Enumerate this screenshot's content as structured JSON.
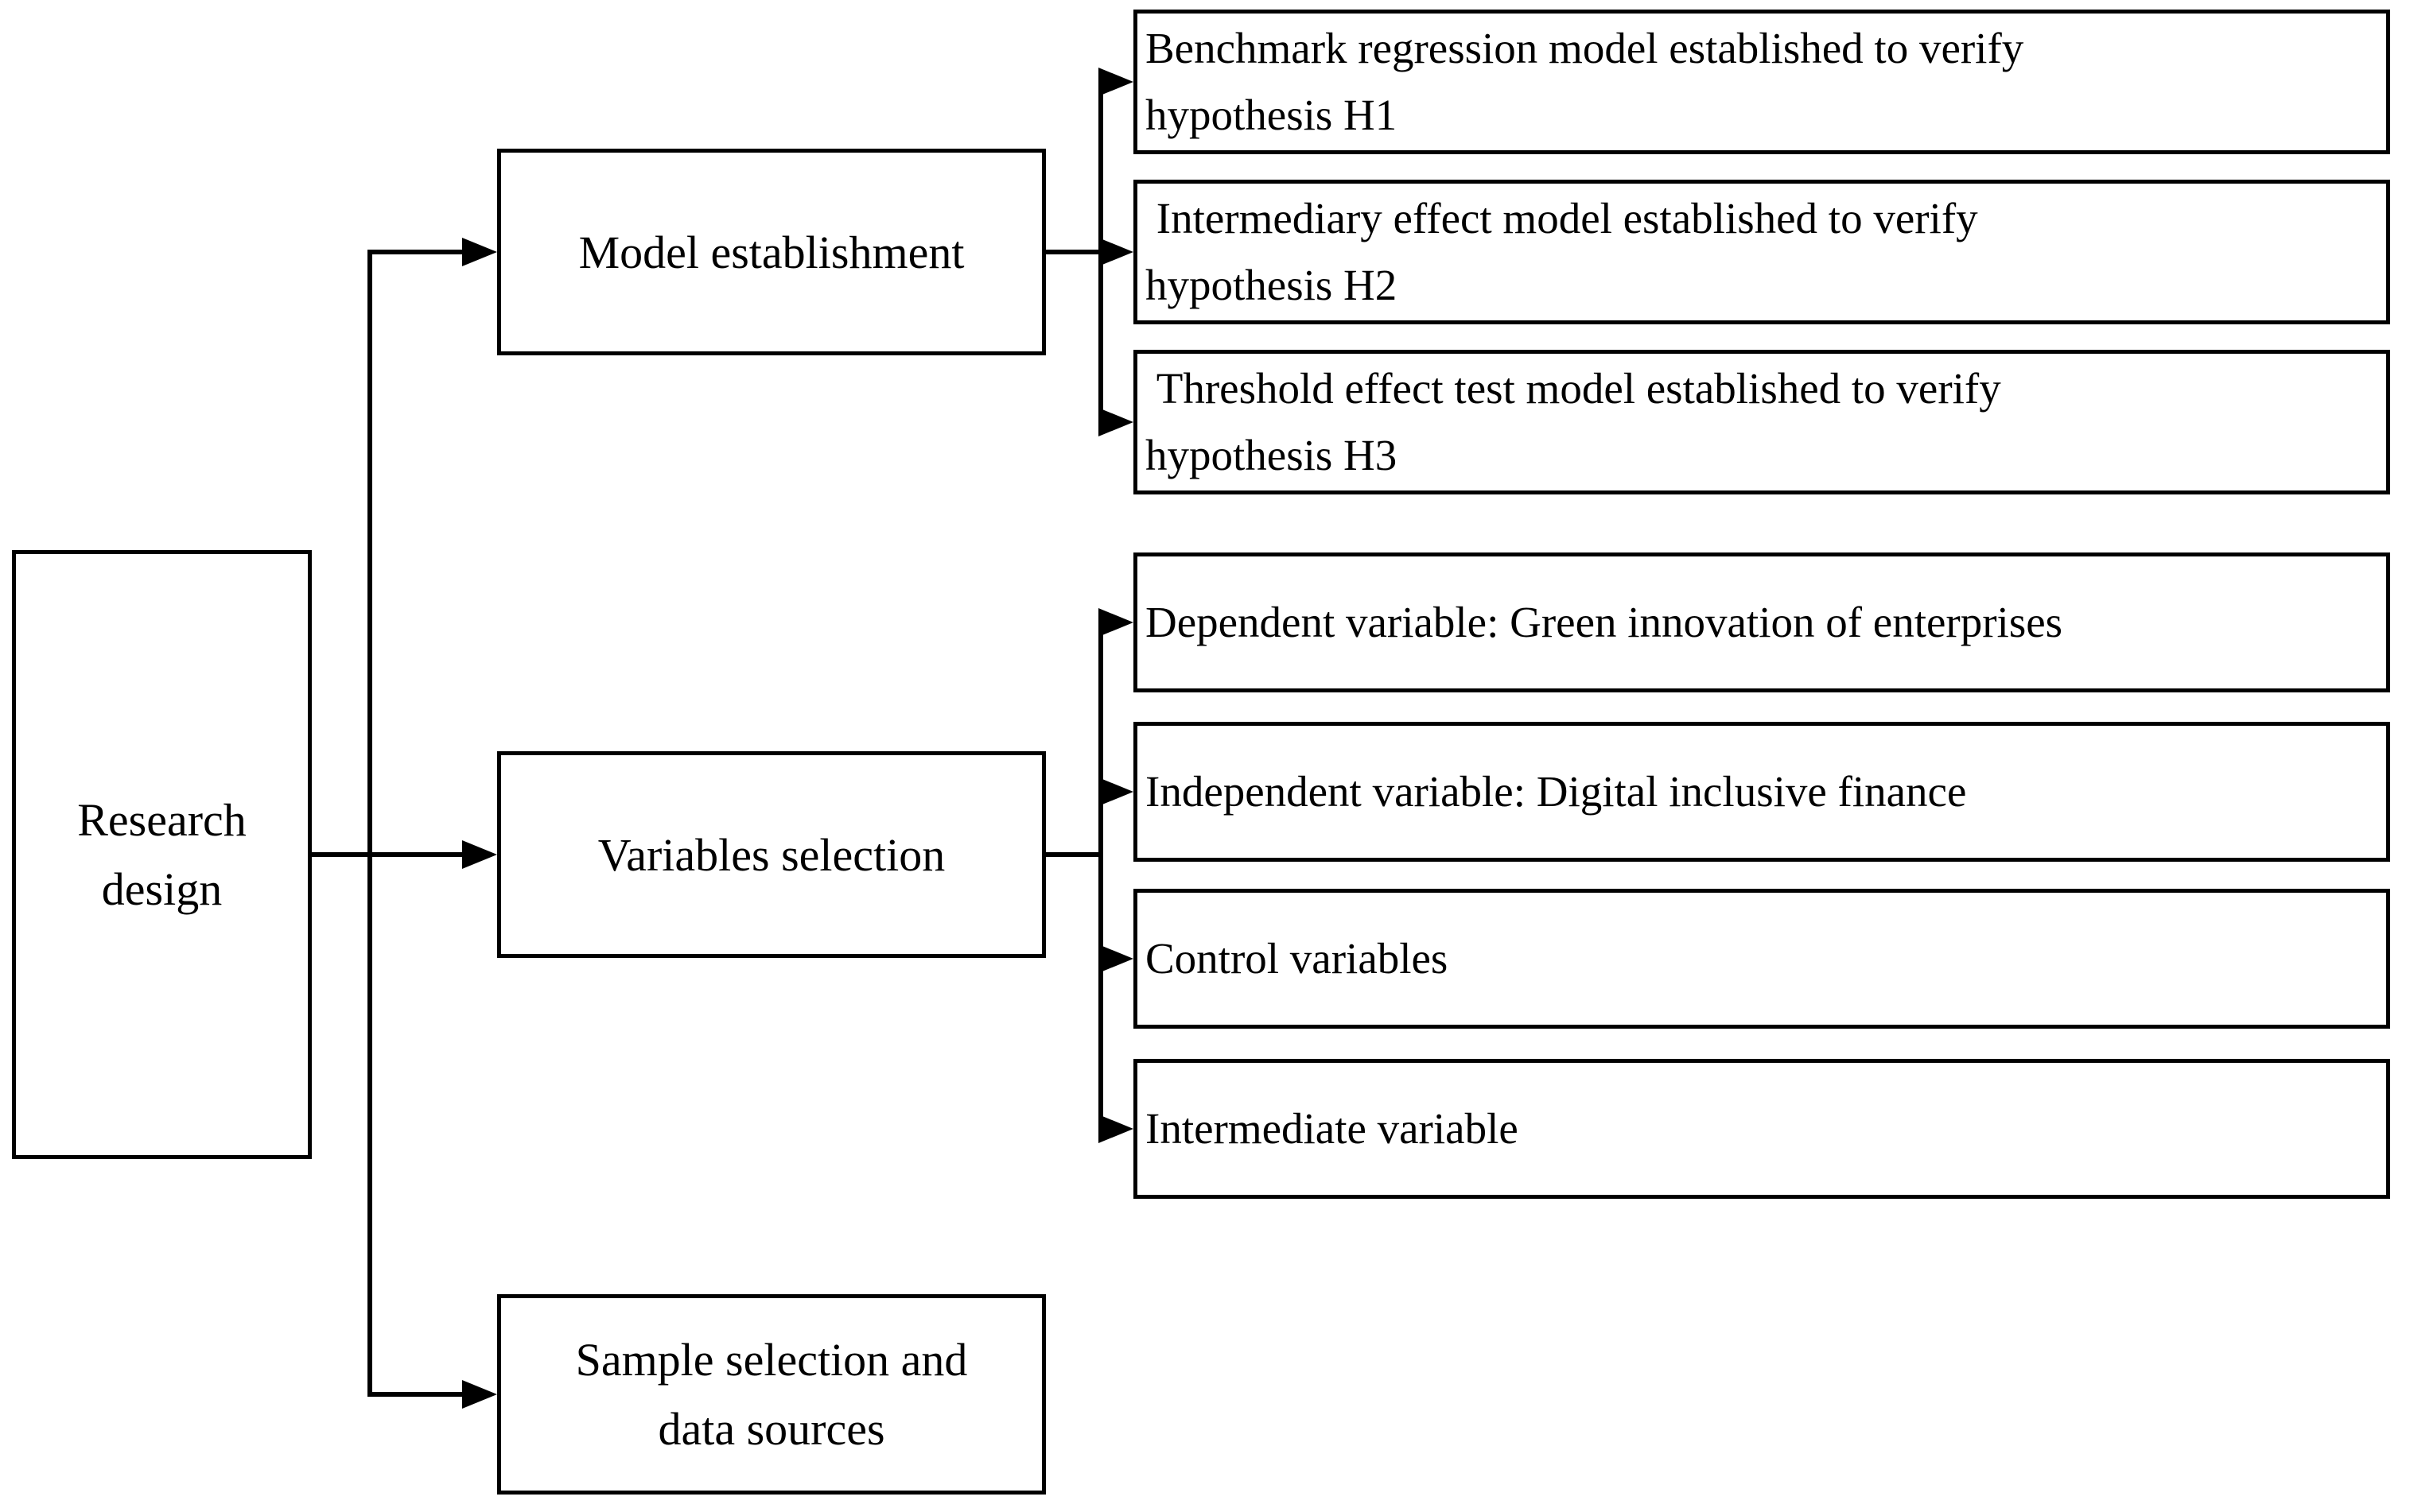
{
  "colors": {
    "background": "#ffffff",
    "line": "#000000",
    "text": "#000000",
    "node_fill": "#ffffff"
  },
  "root_box": {
    "line1": "Research",
    "line2": "design"
  },
  "branch_boxes": [
    {
      "label": "Model establishment"
    },
    {
      "label": "Variables selection"
    },
    {
      "line1": "Sample selection and",
      "line2": "data sources"
    }
  ],
  "model_leaves": [
    {
      "line1": "Benchmark regression model established to verify",
      "line2": "hypothesis H1"
    },
    {
      "line1": " Intermediary effect model established to verify",
      "line2": "hypothesis H2"
    },
    {
      "line1": " Threshold effect test model established to verify",
      "line2": "hypothesis H3"
    }
  ],
  "variable_leaves": [
    {
      "label": "Dependent variable: Green innovation of enterprises"
    },
    {
      "label": "Independent variable: Digital inclusive finance"
    },
    {
      "label": "Control variables"
    },
    {
      "label": "Intermediate variable"
    }
  ]
}
